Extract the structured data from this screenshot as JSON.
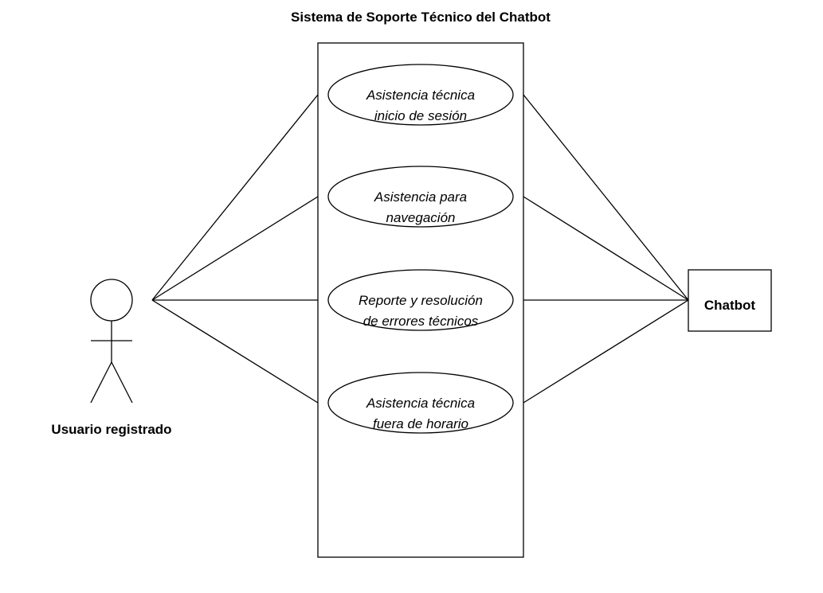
{
  "diagram": {
    "title": "Sistema de Soporte Técnico del Chatbot",
    "actors": {
      "user": {
        "label": "Usuario registrado"
      },
      "chatbot": {
        "label": "Chatbot"
      }
    },
    "use_cases": [
      {
        "line1": "Asistencia técnica",
        "line2": "inicio de sesión"
      },
      {
        "line1": "Asistencia para",
        "line2": "navegación"
      },
      {
        "line1": "Reporte y resolución",
        "line2": "de errores técnicos"
      },
      {
        "line1": "Asistencia técnica",
        "line2": "fuera de horario"
      }
    ]
  }
}
